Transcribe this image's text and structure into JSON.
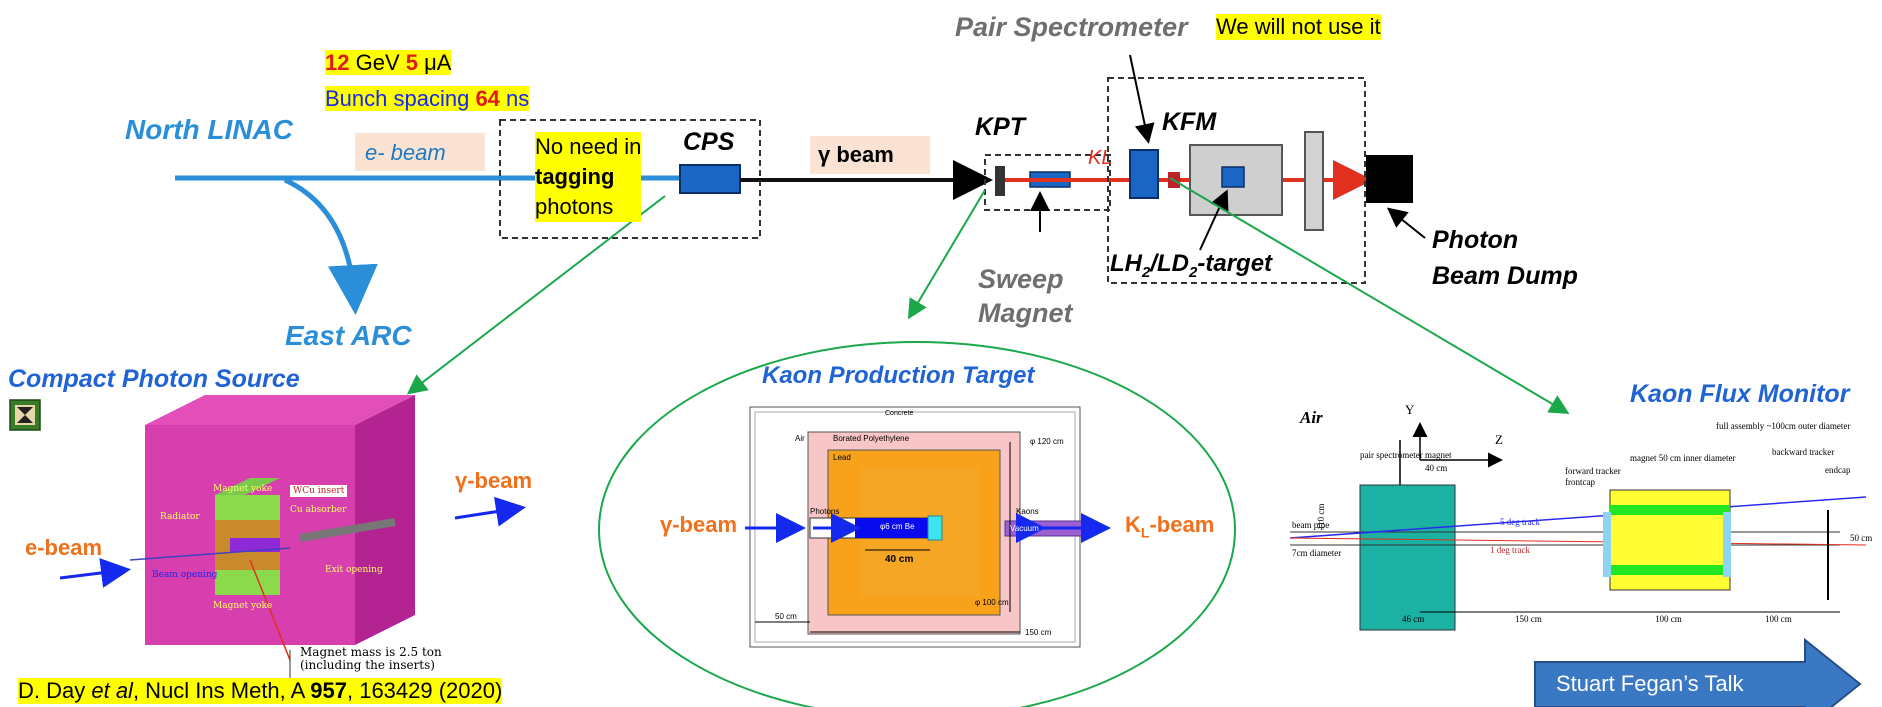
{
  "energy": {
    "v1": "12",
    "t1": " GeV ",
    "v2": "5",
    "t2": " μA"
  },
  "bunch": {
    "t": "Bunch spacing ",
    "v": "64",
    "unit": " ns"
  },
  "pair_spec": {
    "label": "Pair Spectrometer",
    "note": "We will not use it"
  },
  "north_linac": "North LINAC",
  "east_arc": "East ARC",
  "ebeam_tag": "e- beam",
  "no_need": {
    "l1": "No need in",
    "l2": "tagging",
    "l3": "photons"
  },
  "cps": "CPS",
  "gamma_tag": "γ beam",
  "kpt": "KPT",
  "kfm": "KFM",
  "kl_tag": "KL",
  "target": {
    "a": "LH",
    "b": "2",
    "c": "/LD",
    "d": "2",
    "e": "-target"
  },
  "sweep": {
    "l1": "Sweep",
    "l2": "Magnet"
  },
  "dump": {
    "l1": "Photon",
    "l2": "Beam Dump"
  },
  "cps_panel": {
    "title": "Compact Photon Source",
    "gamma": "γ-beam",
    "ebeam": "e-beam",
    "labels": {
      "yoke_top": "Magnet yoke",
      "yoke_bottom": "Magnet yoke",
      "radiator": "Radiator",
      "insert": "WCu insert",
      "absorber": "Cu absorber",
      "exit": "Exit opening",
      "beam_open": "Beam opening",
      "mass1": "Magnet mass is 2.5 ton",
      "mass2": "(including the inserts)"
    }
  },
  "citation": {
    "a": "D. Day ",
    "b": "et al",
    "c": ", Nucl Ins Meth, A ",
    "d": "957",
    "e": ", 163429 (2020)"
  },
  "kpt_panel": {
    "title": "Kaon Production Target",
    "gamma": "γ-beam",
    "kl": "K",
    "kl_sub": "L",
    "kl_rest": "-beam",
    "labels": {
      "concrete": "Concrete",
      "air": "Air",
      "bpoly": "Borated Polyethylene",
      "lead": "Lead",
      "photons": "Photons",
      "be": "φ6 cm Be",
      "forty": "40 cm",
      "kaons": "Kaons",
      "vacuum": "Vacuum",
      "d120": "φ 120 cm",
      "d100": "φ 100 cm",
      "d50": "50 cm",
      "d150": "150 cm"
    }
  },
  "kfm_panel": {
    "title": "Kaon Flux Monitor",
    "air": "Air",
    "y": "Y",
    "z": "Z",
    "labels": {
      "psm": "pair spectrometer magnet",
      "w40": "40 cm",
      "h110": "110 cm",
      "beampipe": "beam pipe",
      "diam": "7cm diameter",
      "fwd": "forward tracker",
      "frontcap": "frontcap",
      "mag50": "magnet 50 cm inner diameter",
      "full": "full assembly ~100cm outer diameter",
      "bwd": "backward tracker",
      "endcap": "endcap",
      "t5": "5 deg track",
      "t1": "1 deg track",
      "h50": "50 cm",
      "d46": "46 cm",
      "d150": "150 cm",
      "d100a": "100 cm",
      "d100b": "100 cm"
    }
  },
  "talk": "Stuart Fegan’s Talk"
}
